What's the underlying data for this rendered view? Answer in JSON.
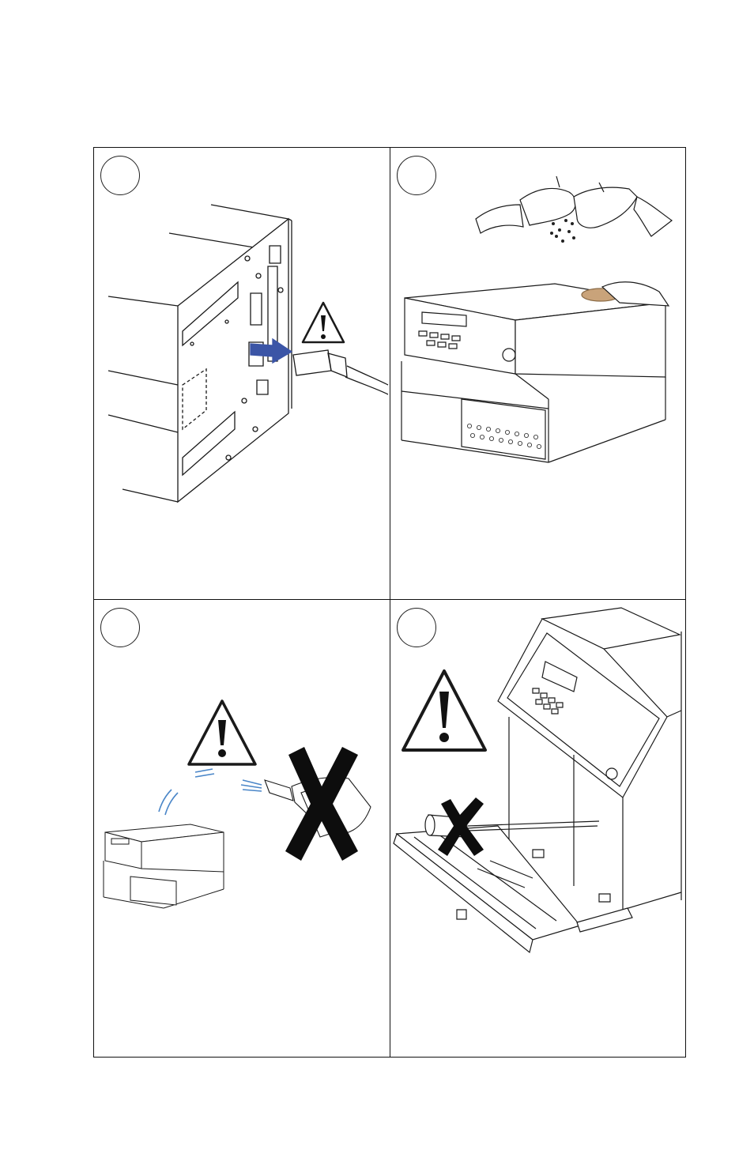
{
  "panels": [
    {
      "step_label": "",
      "illustration": "unplug-power-cord"
    },
    {
      "step_label": "",
      "illustration": "clean-printer-exterior"
    },
    {
      "step_label": "",
      "illustration": "no-spray-liquid"
    },
    {
      "step_label": "",
      "illustration": "no-sharp-tools"
    }
  ],
  "icons": [
    "warning-triangle-icon",
    "arrow-icon",
    "cross-out-icon"
  ],
  "colors": {
    "line": "#1a1a1a",
    "arrow": "#3b55a6",
    "spray": "#4a86c8",
    "cloth": "#c9a37a",
    "cross": "#0d0d0d"
  }
}
